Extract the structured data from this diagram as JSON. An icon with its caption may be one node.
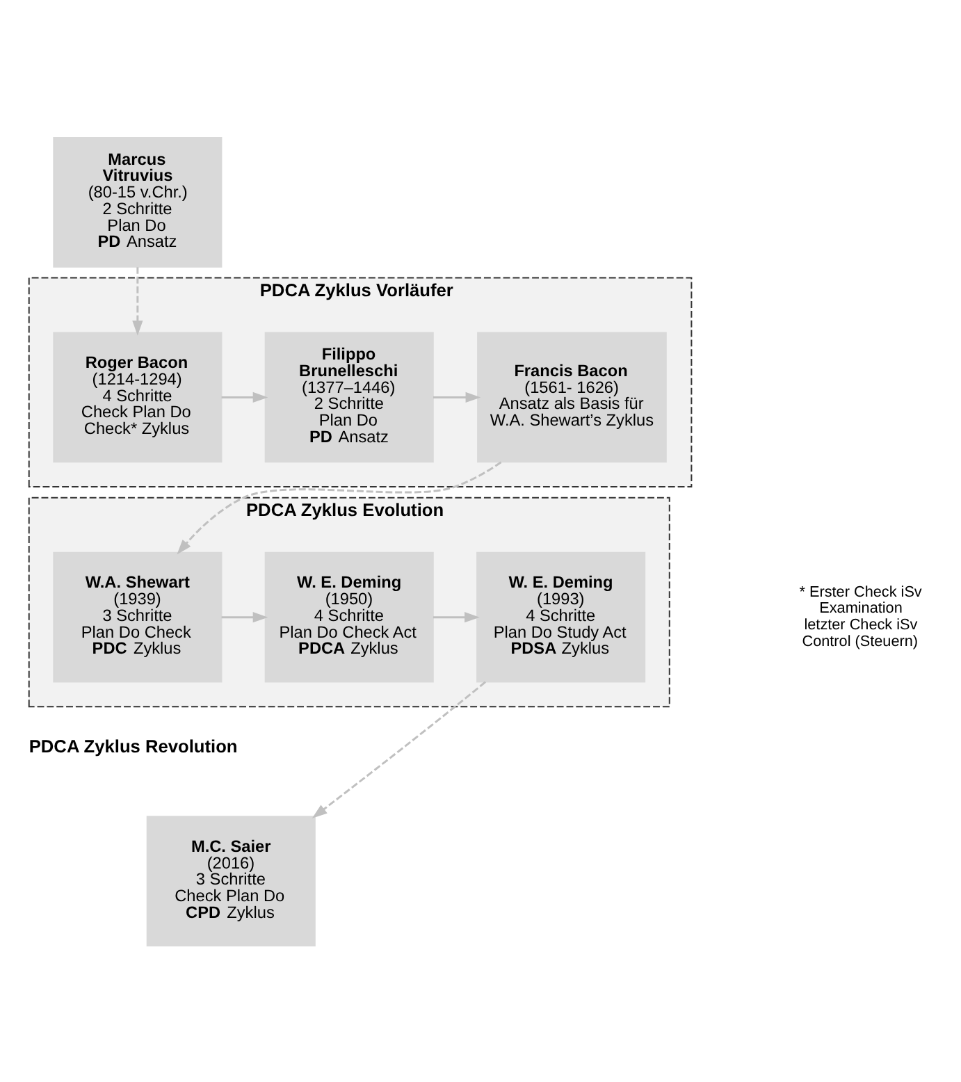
{
  "diagram": {
    "nodes": [
      {
        "text": [
          "Marcus Vitruvius",
          "(80-15 v.Chr.)",
          "2 Schritte",
          "Plan Do",
          "**PD** Ansatz"
        ]
      },
      {
        "text": [
          "PDCA Zyklus Vorläufer"
        ]
      },
      {
        "text": [
          "Roger Bacon",
          "(1214-1294)",
          "4 Schritte",
          "Check Plan Do",
          "Check* Zyklus"
        ],
        "in": 1
      },
      {
        "text": [
          "Filippo Brunelleschi",
          "(1377–1446)",
          "2 Schritte",
          "Plan Do",
          "**PD** Ansatz"
        ],
        "in": 1
      },
      {
        "text": [
          "Francis Bacon",
          "(1561- 1626)",
          "Ansatz als Basis für W.A. Shewart’s Zyklus"
        ],
        "in": 1
      },
      {
        "text": [
          "PDCA Zyklus Evolution"
        ]
      },
      {
        "text": [
          "W.A. Shewart",
          "(1939)",
          "3 Schritte",
          "Plan Do Check",
          "**PDC** Zyklus"
        ],
        "in": 5
      },
      {
        "text": [
          "W. E. Deming",
          "(1950)",
          "4 Schritte",
          "Plan Do Check Act",
          "**PDCA** Zyklus"
        ],
        "in": 5
      },
      {
        "text": [
          "W. E. Deming",
          "(1993)",
          "4 Schritte",
          "Plan Do Study Act",
          "**PDSA** Zyklus"
        ],
        "in": 5
      },
      {
        "text": [
          "PDCA Zyklus Revolution"
        ]
      },
      {
        "text": [
          "M.C. Saier",
          "(2016)",
          "3 Schritte",
          "Check Plan Do",
          "**CPD** Zyklus"
        ]
      }
    ],
    "edges": [
      {
        "from": 0,
        "to": 2,
        "arrow": "to",
        "style": "dashed"
      },
      {
        "from": 2,
        "to": 3,
        "arrow": "to"
      },
      {
        "from": 3,
        "to": 4,
        "arrow": "to"
      },
      {
        "from": 4,
        "to": 6,
        "arrow": "to",
        "style": "dashed"
      },
      {
        "from": 6,
        "to": 7,
        "arrow": "to"
      },
      {
        "from": 7,
        "to": 8,
        "arrow": "to"
      },
      {
        "from": 8,
        "to": 10,
        "arrow": "to",
        "style": "dashed"
      }
    ],
    "labels": [
      "* Erster Check iSv Examination letzter Check iSv Control (Steuern)"
    ]
  }
}
